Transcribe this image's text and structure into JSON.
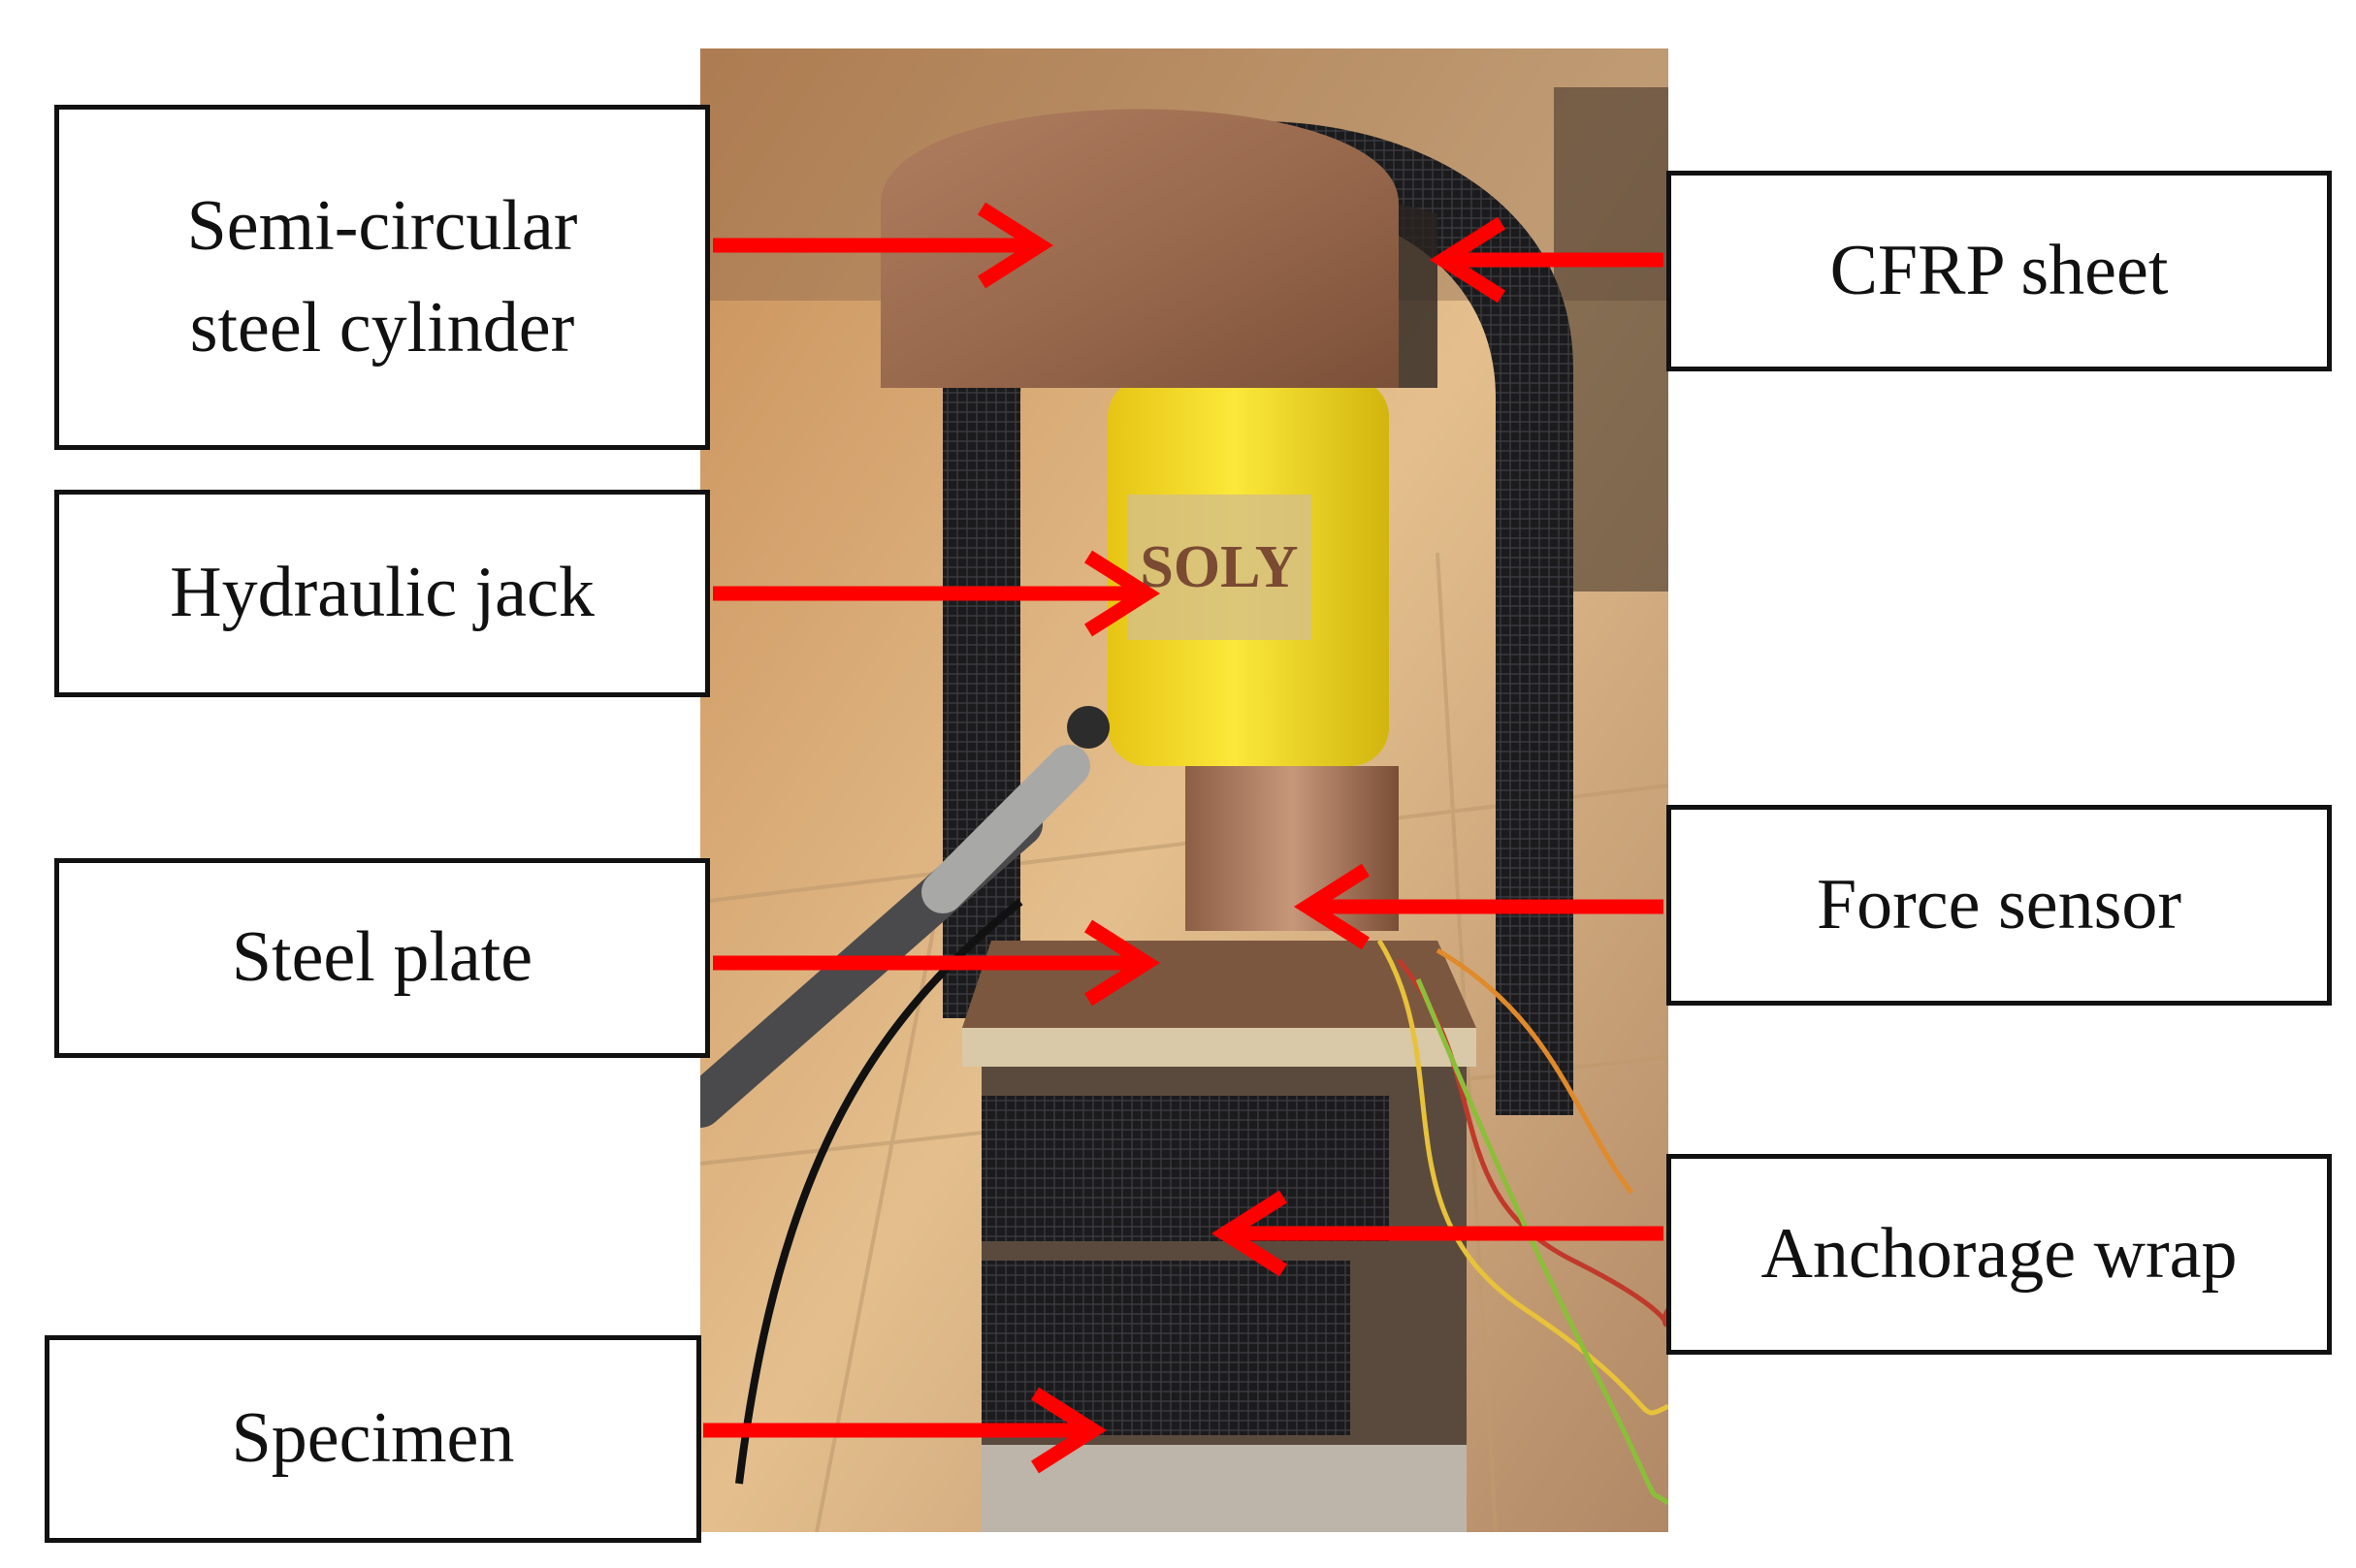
{
  "colors": {
    "arrow": "#ff0000",
    "box_border": "#111111",
    "cfrp": "#1a1a1c",
    "jack": "#f3dc1e",
    "steel": "#9a6a4e",
    "floor": "#d9b07e"
  },
  "photo": {
    "brand_text": "SOLY"
  },
  "labels": {
    "semi_circular_line1": "Semi-circular",
    "semi_circular_line2": "steel cylinder",
    "hydraulic_jack": "Hydraulic jack",
    "steel_plate": "Steel plate",
    "specimen": "Specimen",
    "cfrp_sheet": "CFRP sheet",
    "force_sensor": "Force sensor",
    "anchorage_wrap": "Anchorage wrap"
  }
}
